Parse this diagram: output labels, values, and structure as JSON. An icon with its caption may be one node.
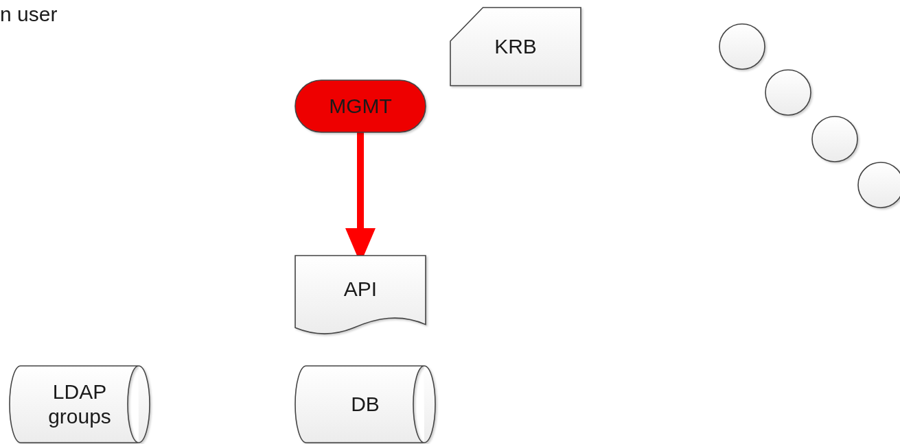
{
  "diagram": {
    "nodes": [
      {
        "text": [
          "KRB"
        ]
      },
      {
        "text": [
          "MGMT"
        ]
      },
      {
        "text": [
          "API"
        ]
      },
      {
        "text": [
          "LDAP groups"
        ]
      },
      {
        "text": [
          "DB"
        ]
      },
      {
        "text": [],
        "shape": "circle"
      },
      {
        "text": [],
        "shape": "circle"
      },
      {
        "text": [],
        "shape": "circle"
      },
      {
        "text": [],
        "shape": "circle"
      }
    ],
    "edges": [
      {
        "from": 1,
        "to": 2,
        "arrow": "to",
        "color": "#ff0000"
      }
    ],
    "labels": [
      "n user"
    ]
  }
}
